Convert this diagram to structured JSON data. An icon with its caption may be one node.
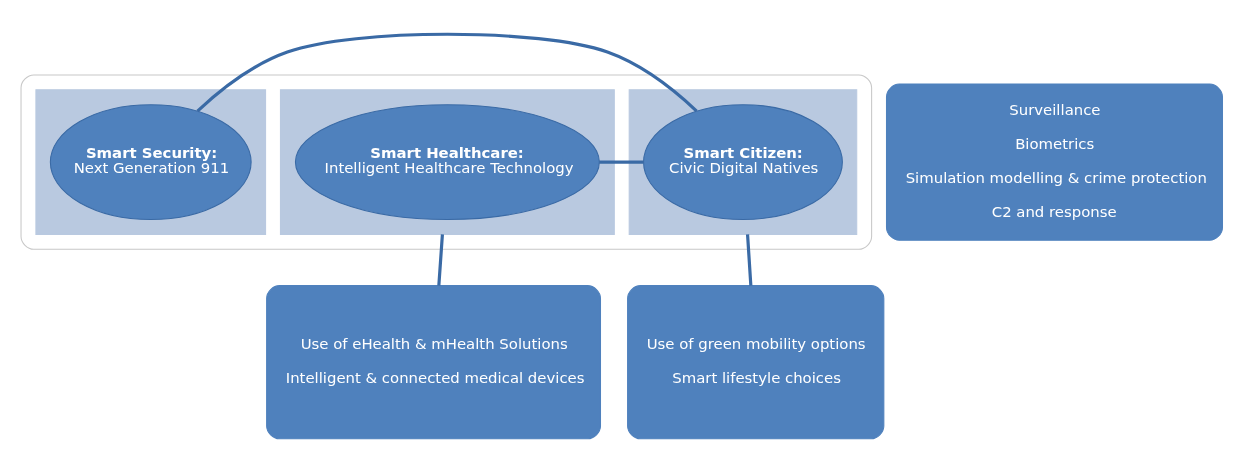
{
  "diagram": {
    "nodes": [
      {
        "text": [],
        "shape": "box"
      },
      {
        "text": [],
        "shape": "box",
        "in": 0
      },
      {
        "text": [],
        "shape": "box",
        "in": 0
      },
      {
        "text": [],
        "shape": "box",
        "in": 0
      },
      {
        "text": [
          "Smart Healthcare:",
          "Intelligent Healthcare Technology"
        ],
        "in": 1
      },
      {
        "text": [
          "Smart Citizen:",
          "Civic Digital Natives"
        ],
        "in": 2
      },
      {
        "text": [
          "Smart Security:",
          "Next Generation 911"
        ],
        "in": 3
      },
      {
        "text": [
          "Use of eHealth & mHealth Solutions",
          "Intelligent & connected medical devices"
        ]
      },
      {
        "text": [
          "Use of green mobility options",
          "Smart lifestyle choices"
        ]
      },
      {
        "text": [
          "Surveillance",
          "Biometrics",
          "Simulation modelling & crime protection",
          "C2 and response"
        ]
      }
    ],
    "edges": [
      {
        "from": 4,
        "to": 5,
        "arrow": "none"
      },
      {
        "from": 5,
        "to": 6,
        "arrow": "none"
      },
      {
        "from": 1,
        "to": 7,
        "arrow": "none"
      },
      {
        "from": 2,
        "to": 8,
        "arrow": "none"
      }
    ]
  }
}
